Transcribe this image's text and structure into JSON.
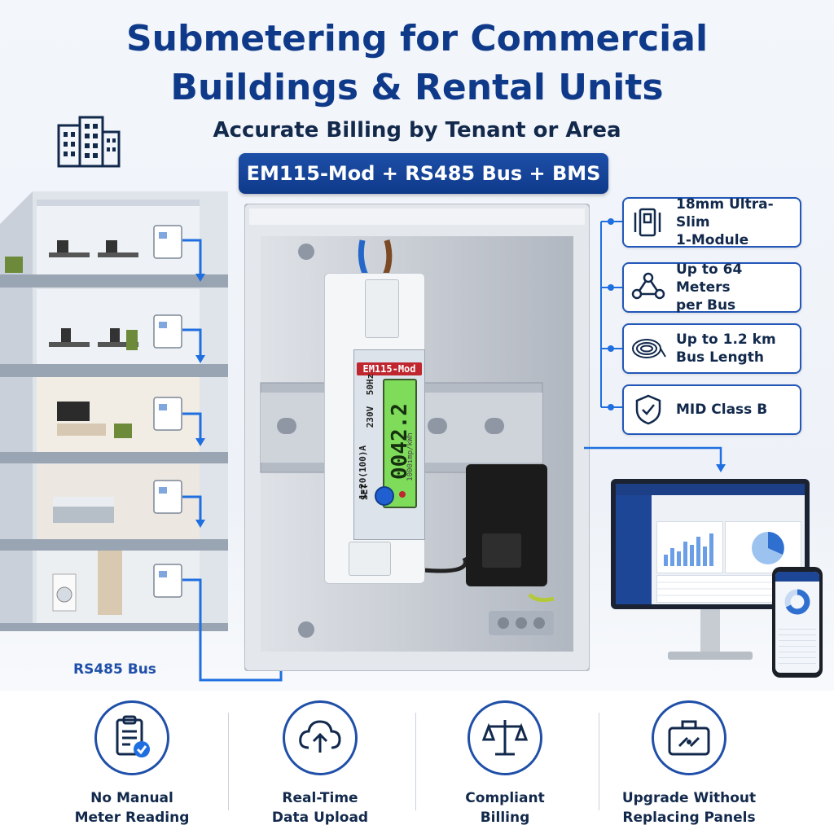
{
  "title": {
    "line1": "Submetering for Commercial",
    "line2": "Buildings & Rental Units"
  },
  "subtitle": "Accurate Billing by Tenant or Area",
  "system_pill": "EM115-Mod + RS485 Bus + BMS",
  "features": [
    {
      "icon": "slim-module-icon",
      "line1": "18mm Ultra-Slim",
      "line2": "1-Module"
    },
    {
      "icon": "network-nodes-icon",
      "line1": "Up to 64 Meters",
      "line2": "per Bus"
    },
    {
      "icon": "cable-coil-icon",
      "line1": "Up to 1.2 km",
      "line2": "Bus Length"
    },
    {
      "icon": "shield-check-icon",
      "line1": "MID Class B",
      "line2": ""
    }
  ],
  "meter": {
    "model": "EM115-Mod",
    "reading": "0042.2",
    "rating": "1-20(100)A",
    "voltage": "230V",
    "frequency": "50Hz",
    "impulse": "1000imp/kWh",
    "set_label": "SET"
  },
  "bus_label": "RS485 Bus",
  "benefits": [
    {
      "icon": "clipboard-check-icon",
      "line1": "No Manual",
      "line2": "Meter Reading"
    },
    {
      "icon": "cloud-upload-icon",
      "line1": "Real-Time",
      "line2": "Data Upload"
    },
    {
      "icon": "scales-icon",
      "line1": "Compliant",
      "line2": "Billing"
    },
    {
      "icon": "toolbox-icon",
      "line1": "Upgrade Without",
      "line2": "Replacing Panels"
    }
  ],
  "colors": {
    "brand_blue": "#0f3a8a",
    "accent_blue": "#1f6fe0",
    "lcd_green": "#7fdc5a"
  }
}
